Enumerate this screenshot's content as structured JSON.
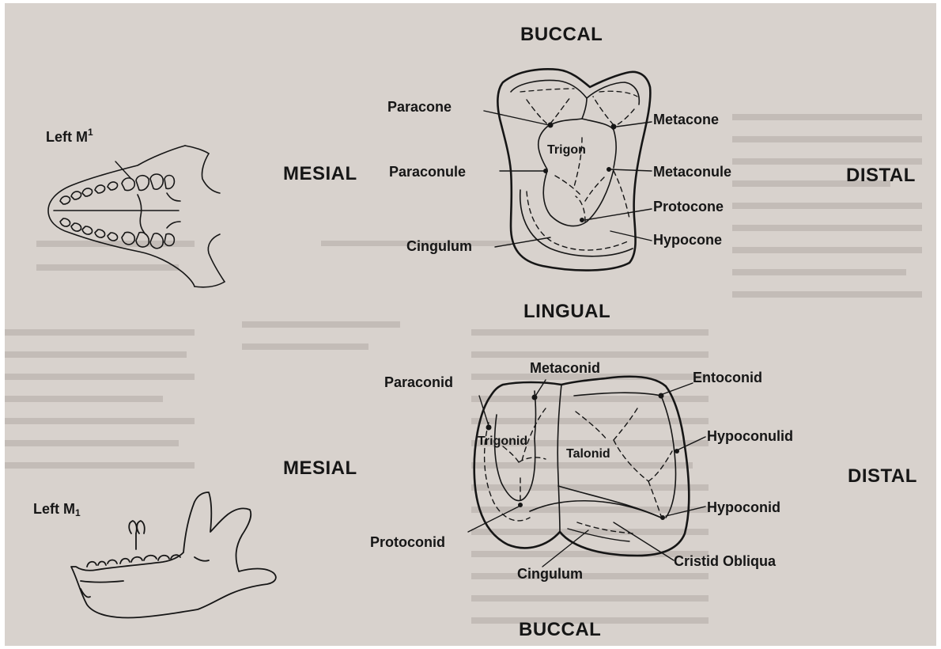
{
  "directions": {
    "upper_top": "BUCCAL",
    "upper_left": "MESIAL",
    "upper_right": "DISTAL",
    "upper_bottom": "LINGUAL",
    "lower_left": "MESIAL",
    "lower_right": "DISTAL",
    "lower_bottom": "BUCCAL"
  },
  "upper_molar": {
    "skull_label": "Left M",
    "skull_label_mark": "1",
    "labels": {
      "paracone": "Paracone",
      "metacone": "Metacone",
      "trigon": "Trigon",
      "paraconule": "Paraconule",
      "metaconule": "Metaconule",
      "protocone": "Protocone",
      "cingulum": "Cingulum",
      "hypocone": "Hypocone"
    }
  },
  "lower_molar": {
    "jaw_label": "Left M",
    "jaw_label_mark": "1",
    "labels": {
      "metaconid": "Metaconid",
      "paraconid": "Paraconid",
      "entoconid": "Entoconid",
      "trigonid": "Trigonid",
      "talonid": "Talonid",
      "hypoconulid": "Hypoconulid",
      "hypoconid": "Hypoconid",
      "protoconid": "Protoconid",
      "cristid_obliqua": "Cristid Obliqua",
      "cingulum": "Cingulum"
    }
  },
  "colors": {
    "paper": "#d8d2cd",
    "ink": "#161616",
    "bleed_through": "#bdb6b1"
  }
}
